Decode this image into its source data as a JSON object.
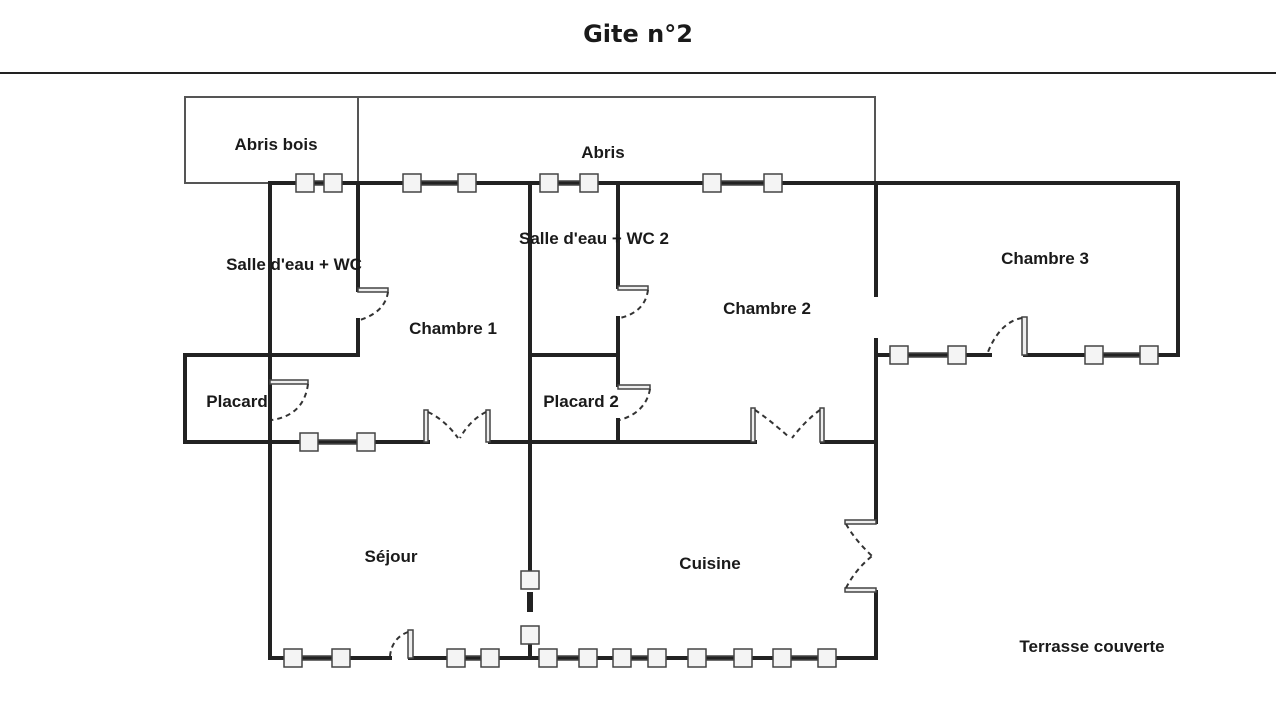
{
  "title": "Gite n°2",
  "rooms": [
    {
      "id": "abris-bois",
      "label": "Abris bois"
    },
    {
      "id": "abris",
      "label": "Abris"
    },
    {
      "id": "salle-eau-wc",
      "label": "Salle d'eau + WC"
    },
    {
      "id": "salle-eau-wc-2",
      "label": "Salle d'eau + WC 2"
    },
    {
      "id": "chambre-1",
      "label": "Chambre 1"
    },
    {
      "id": "chambre-2",
      "label": "Chambre 2"
    },
    {
      "id": "chambre-3",
      "label": "Chambre 3"
    },
    {
      "id": "placard",
      "label": "Placard"
    },
    {
      "id": "placard-2",
      "label": "Placard 2"
    },
    {
      "id": "sejour",
      "label": "Séjour"
    },
    {
      "id": "cuisine",
      "label": "Cuisine"
    },
    {
      "id": "terrasse-couverte",
      "label": "Terrasse couverte"
    }
  ],
  "colors": {
    "wall": "#222222",
    "outline": "#555555",
    "window_fill": "#f4f4f4"
  }
}
